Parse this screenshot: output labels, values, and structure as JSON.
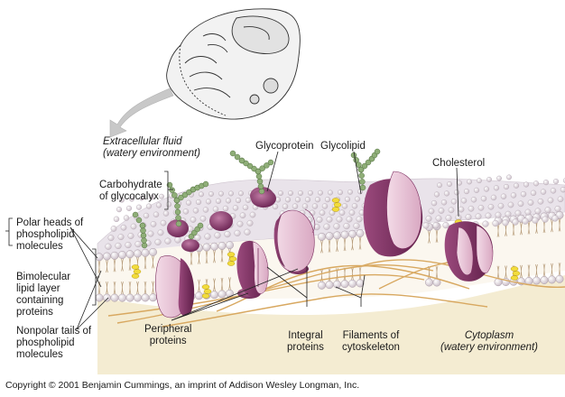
{
  "labels": {
    "extracellular_fluid": "Extracellular fluid\n(watery environment)",
    "glycoprotein": "Glycoprotein",
    "glycolipid": "Glycolipid",
    "cholesterol": "Cholesterol",
    "carbohydrate": "Carbohydrate\nof glycocalyx",
    "polar_heads": "Polar heads of\nphospholipid\nmolecules",
    "bimolecular": "Bimolecular\nlipid layer\ncontaining\nproteins",
    "nonpolar_tails": "Nonpolar tails of\nphospholipid\nmolecules",
    "peripheral_proteins": "Peripheral\nproteins",
    "integral_proteins": "Integral\nproteins",
    "filaments": "Filaments of\ncytoskeleton",
    "cytoplasm": "Cytoplasm\n(watery environment)"
  },
  "copyright": "Copyright © 2001 Benjamin Cummings, an imprint of Addison Wesley Longman, Inc.",
  "colors": {
    "protein_light": "#e7c3d6",
    "protein_dark": "#7a2c5e",
    "glycan_green": "#8fae78",
    "cholesterol_yellow": "#f2dc3c",
    "lipid_head": "#efe9ee",
    "cytoplasm_fill": "#f4ecd2",
    "filament": "#d8a860"
  }
}
